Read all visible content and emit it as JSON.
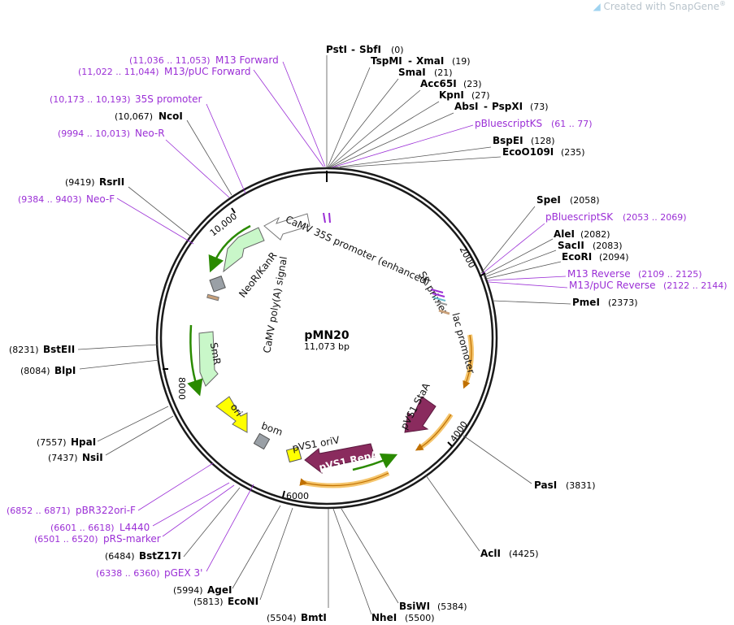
{
  "watermark": {
    "prefix": "Created with ",
    "brand": "SnapGene",
    "reg": "®"
  },
  "plasmid": {
    "name": "pMN20",
    "size": "11,073 bp"
  },
  "ticks": [
    "2000",
    "4000",
    "6000",
    "8000",
    "10,000"
  ],
  "sites": [
    {
      "name": "PstI",
      "name2": "SbfI",
      "pos": "(0)"
    },
    {
      "name": "TspMI",
      "name2": "XmaI",
      "pos": "(19)"
    },
    {
      "name": "SmaI",
      "pos": "(21)"
    },
    {
      "name": "Acc65I",
      "pos": "(23)"
    },
    {
      "name": "KpnI",
      "pos": "(27)"
    },
    {
      "name": "AbsI",
      "name2": "PspXI",
      "pos": "(73)"
    },
    {
      "name": "pBluescriptKS",
      "pos": "(61 .. 77)",
      "primer": true
    },
    {
      "name": "BspEI",
      "pos": "(128)"
    },
    {
      "name": "EcoO109I",
      "pos": "(235)"
    },
    {
      "name": "SpeI",
      "pos": "(2058)"
    },
    {
      "name": "pBluescriptSK",
      "pos": "(2053 .. 2069)",
      "primer": true
    },
    {
      "name": "AleI",
      "pos": "(2082)"
    },
    {
      "name": "SacII",
      "pos": "(2083)"
    },
    {
      "name": "EcoRI",
      "pos": "(2094)"
    },
    {
      "name": "M13 Reverse",
      "pos": "(2109 .. 2125)",
      "primer": true
    },
    {
      "name": "M13/pUC Reverse",
      "pos": "(2122 .. 2144)",
      "primer": true
    },
    {
      "name": "PmeI",
      "pos": "(2373)"
    },
    {
      "name": "PasI",
      "pos": "(3831)"
    },
    {
      "name": "AclI",
      "pos": "(4425)"
    },
    {
      "name": "BsiWI",
      "pos": "(5384)"
    },
    {
      "name": "NheI",
      "pos": "(5500)"
    },
    {
      "name": "BmtI",
      "pos": "(5504)"
    },
    {
      "name": "EcoNI",
      "pos": "(5813)"
    },
    {
      "name": "AgeI",
      "pos": "(5994)"
    },
    {
      "name": "pGEX 3'",
      "pos": "(6338 .. 6360)",
      "primer": true
    },
    {
      "name": "BstZ17I",
      "pos": "(6484)"
    },
    {
      "name": "pRS-marker",
      "pos": "(6501 .. 6520)",
      "primer": true
    },
    {
      "name": "L4440",
      "pos": "(6601 .. 6618)",
      "primer": true
    },
    {
      "name": "pBR322ori-F",
      "pos": "(6852 .. 6871)",
      "primer": true
    },
    {
      "name": "NsiI",
      "pos": "(7437)"
    },
    {
      "name": "HpaI",
      "pos": "(7557)"
    },
    {
      "name": "BlpI",
      "pos": "(8084)"
    },
    {
      "name": "BstEII",
      "pos": "(8231)"
    },
    {
      "name": "Neo-F",
      "pos": "(9384 .. 9403)",
      "primer": true
    },
    {
      "name": "RsrII",
      "pos": "(9419)"
    },
    {
      "name": "Neo-R",
      "pos": "(9994 .. 10,013)",
      "primer": true
    },
    {
      "name": "NcoI",
      "pos": "(10,067)"
    },
    {
      "name": "35S promoter",
      "pos": "(10,173 .. 10,193)",
      "primer": true
    },
    {
      "name": "M13/pUC Forward",
      "pos": "(11,022 .. 11,044)",
      "primer": true
    },
    {
      "name": "M13 Forward",
      "pos": "(11,036 .. 11,053)",
      "primer": true
    }
  ],
  "features": {
    "camv": "CaMV 35S promoter (enhanced)",
    "neo": "NeoR/KanR",
    "polya": "CaMV poly(A) signal",
    "smr": "SmR",
    "ori": "ori",
    "bom": "bom",
    "oriv": "pVS1 oriV",
    "repa": "pVS1 RepA",
    "staa": "pVS1 StaA",
    "sk": "SK primer",
    "lac": "lac promoter"
  },
  "colors": {
    "primer": "#9b2fd6",
    "backbone": "#1a1a1a",
    "neo": "#c9f7c9",
    "ori": "#ffff00",
    "repa": "#8a2b5e",
    "orf": "#f5c56c",
    "gray": "#9aa0a6"
  }
}
